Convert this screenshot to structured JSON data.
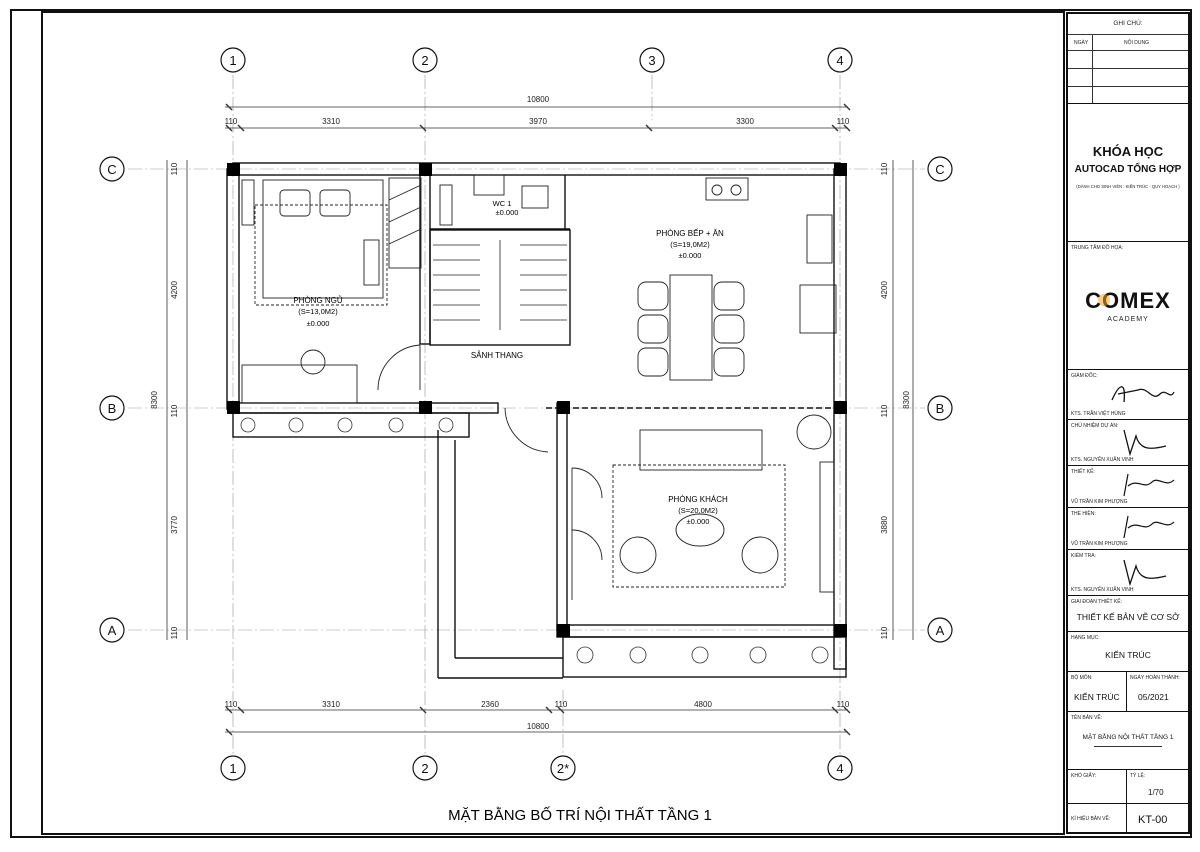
{
  "drawing_title": "MẶT BẰNG BỐ TRÍ NỘI THẤT TẦNG 1",
  "grid_labels_top": [
    "1",
    "2",
    "3",
    "4"
  ],
  "grid_labels_bottom": [
    "1",
    "2",
    "2*",
    "4"
  ],
  "grid_labels_side": [
    "C",
    "B",
    "A"
  ],
  "dims_top": {
    "total": "10800",
    "seg": [
      "110",
      "3310",
      "3970",
      "3300",
      "110"
    ]
  },
  "dims_bottom": {
    "total": "10800",
    "seg": [
      "110",
      "3310",
      "2360",
      "110",
      "4800",
      "110"
    ]
  },
  "dims_left": [
    "110",
    "4200",
    "8300",
    "110",
    "3770",
    "110"
  ],
  "dims_right": [
    "110",
    "4200",
    "8300",
    "110",
    "3880",
    "110"
  ],
  "rooms": {
    "bedroom": {
      "name": "PHÒNG NGỦ",
      "area": "(S=13,0M2)",
      "level": "±0.000"
    },
    "wc": {
      "name": "WC 1",
      "level": "±0.000"
    },
    "kitchen": {
      "name": "PHÒNG BẾP + ĂN",
      "area": "(S=19,0M2)",
      "level": "±0.000"
    },
    "hall": {
      "name": "SẢNH THANG"
    },
    "living": {
      "name": "PHÒNG KHÁCH",
      "area": "(S=20,0M2)",
      "level": "±0.000"
    }
  },
  "title_block": {
    "notes_title": "GHI CHÚ:",
    "notes_col_date": "NGÀY",
    "notes_col_content": "NỘI DUNG",
    "course_line1": "KHÓA HỌC",
    "course_line2": "AUTOCAD TỔNG HỢP",
    "course_sub": "(DÀNH CHO SINH VIÊN : KIẾN TRÚC - QUY HOẠCH )",
    "center_label": "TRUNG TÂM ĐỒ HỌA:",
    "logo_main": "COMEX",
    "logo_sub": "ACADEMY",
    "director_label": "GIÁM ĐỐC:",
    "director_name": "KTS. TRẦN VIỆT HÙNG",
    "pm_label": "CHỦ NHIỆM DỰ ÁN:",
    "pm_name": "KTS. NGUYỄN XUÂN VINH",
    "design_label": "THIẾT KẾ:",
    "design_name": "VŨ TRẦN KIM PHƯỢNG",
    "exec_label": "THỂ HIỆN:",
    "exec_name": "VŨ TRẦN KIM PHƯỢNG",
    "check_label": "KIỂM TRA:",
    "check_name": "KTS. NGUYỄN XUÂN VINH",
    "phase_label": "GIAI ĐOẠN THIẾT KẾ:",
    "phase_value": "THIẾT KẾ BẢN VẼ CƠ SỞ",
    "item_label": "HẠNG MỤC:",
    "item_value": "KIẾN TRÚC",
    "dept_label": "BỘ MÔN:",
    "dept_value": "KIẾN TRÚC",
    "done_label": "NGÀY HOÀN THÀNH:",
    "done_value": "05/2021",
    "sheetname_label": "TÊN BẢN VẼ:",
    "sheetname_value": "MẶT BẰNG NỘI THẤT TẦNG 1",
    "paper_label": "KHỔ GIẤY:",
    "scale_label": "TỶ LỆ:",
    "scale_value": "1/70",
    "code_label": "KÍ HIỆU BẢN VẼ:",
    "code_value": "KT-00"
  },
  "colors": {
    "ink": "#111111",
    "accent": "#f5a623",
    "walls": "#000000"
  }
}
